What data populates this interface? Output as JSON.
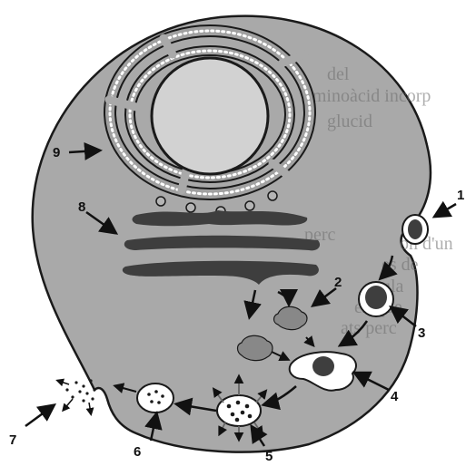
{
  "figure": {
    "labels": [
      "1",
      "2",
      "3",
      "4",
      "5",
      "6",
      "7",
      "8",
      "9"
    ],
    "background_text": [
      "del",
      "aminoàcid incorp",
      "glucid",
      "perc",
      "on d'un",
      "es de",
      "ula",
      "en que",
      "ats perc"
    ]
  },
  "colors": {
    "cytoplasm": "#a9a9a9",
    "outline": "#1a1a1a",
    "nucleus": "#d2d2d2",
    "golgi": "#3e3e3e",
    "vesicle": "#888888",
    "cell_exterior": "#ffffff"
  }
}
